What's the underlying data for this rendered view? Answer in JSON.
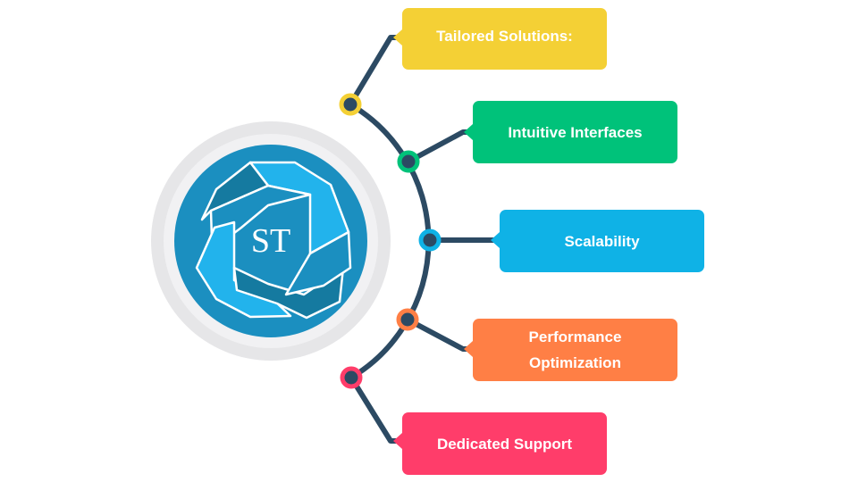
{
  "logo": {
    "text": "ST"
  },
  "colors": {
    "line": "#2C4A63",
    "logo_blue": "#1B8FC0",
    "ring": "#E6E6E8"
  },
  "items": [
    {
      "label": "Tailored Solutions:",
      "color": "#F4D035"
    },
    {
      "label": "Intuitive Interfaces",
      "color": "#00C27A"
    },
    {
      "label": "Scalability",
      "color": "#0FB2E6"
    },
    {
      "label": "Performance Optimization",
      "color": "#FF7F45"
    },
    {
      "label": "Dedicated Support",
      "color": "#FF3D6A"
    }
  ]
}
